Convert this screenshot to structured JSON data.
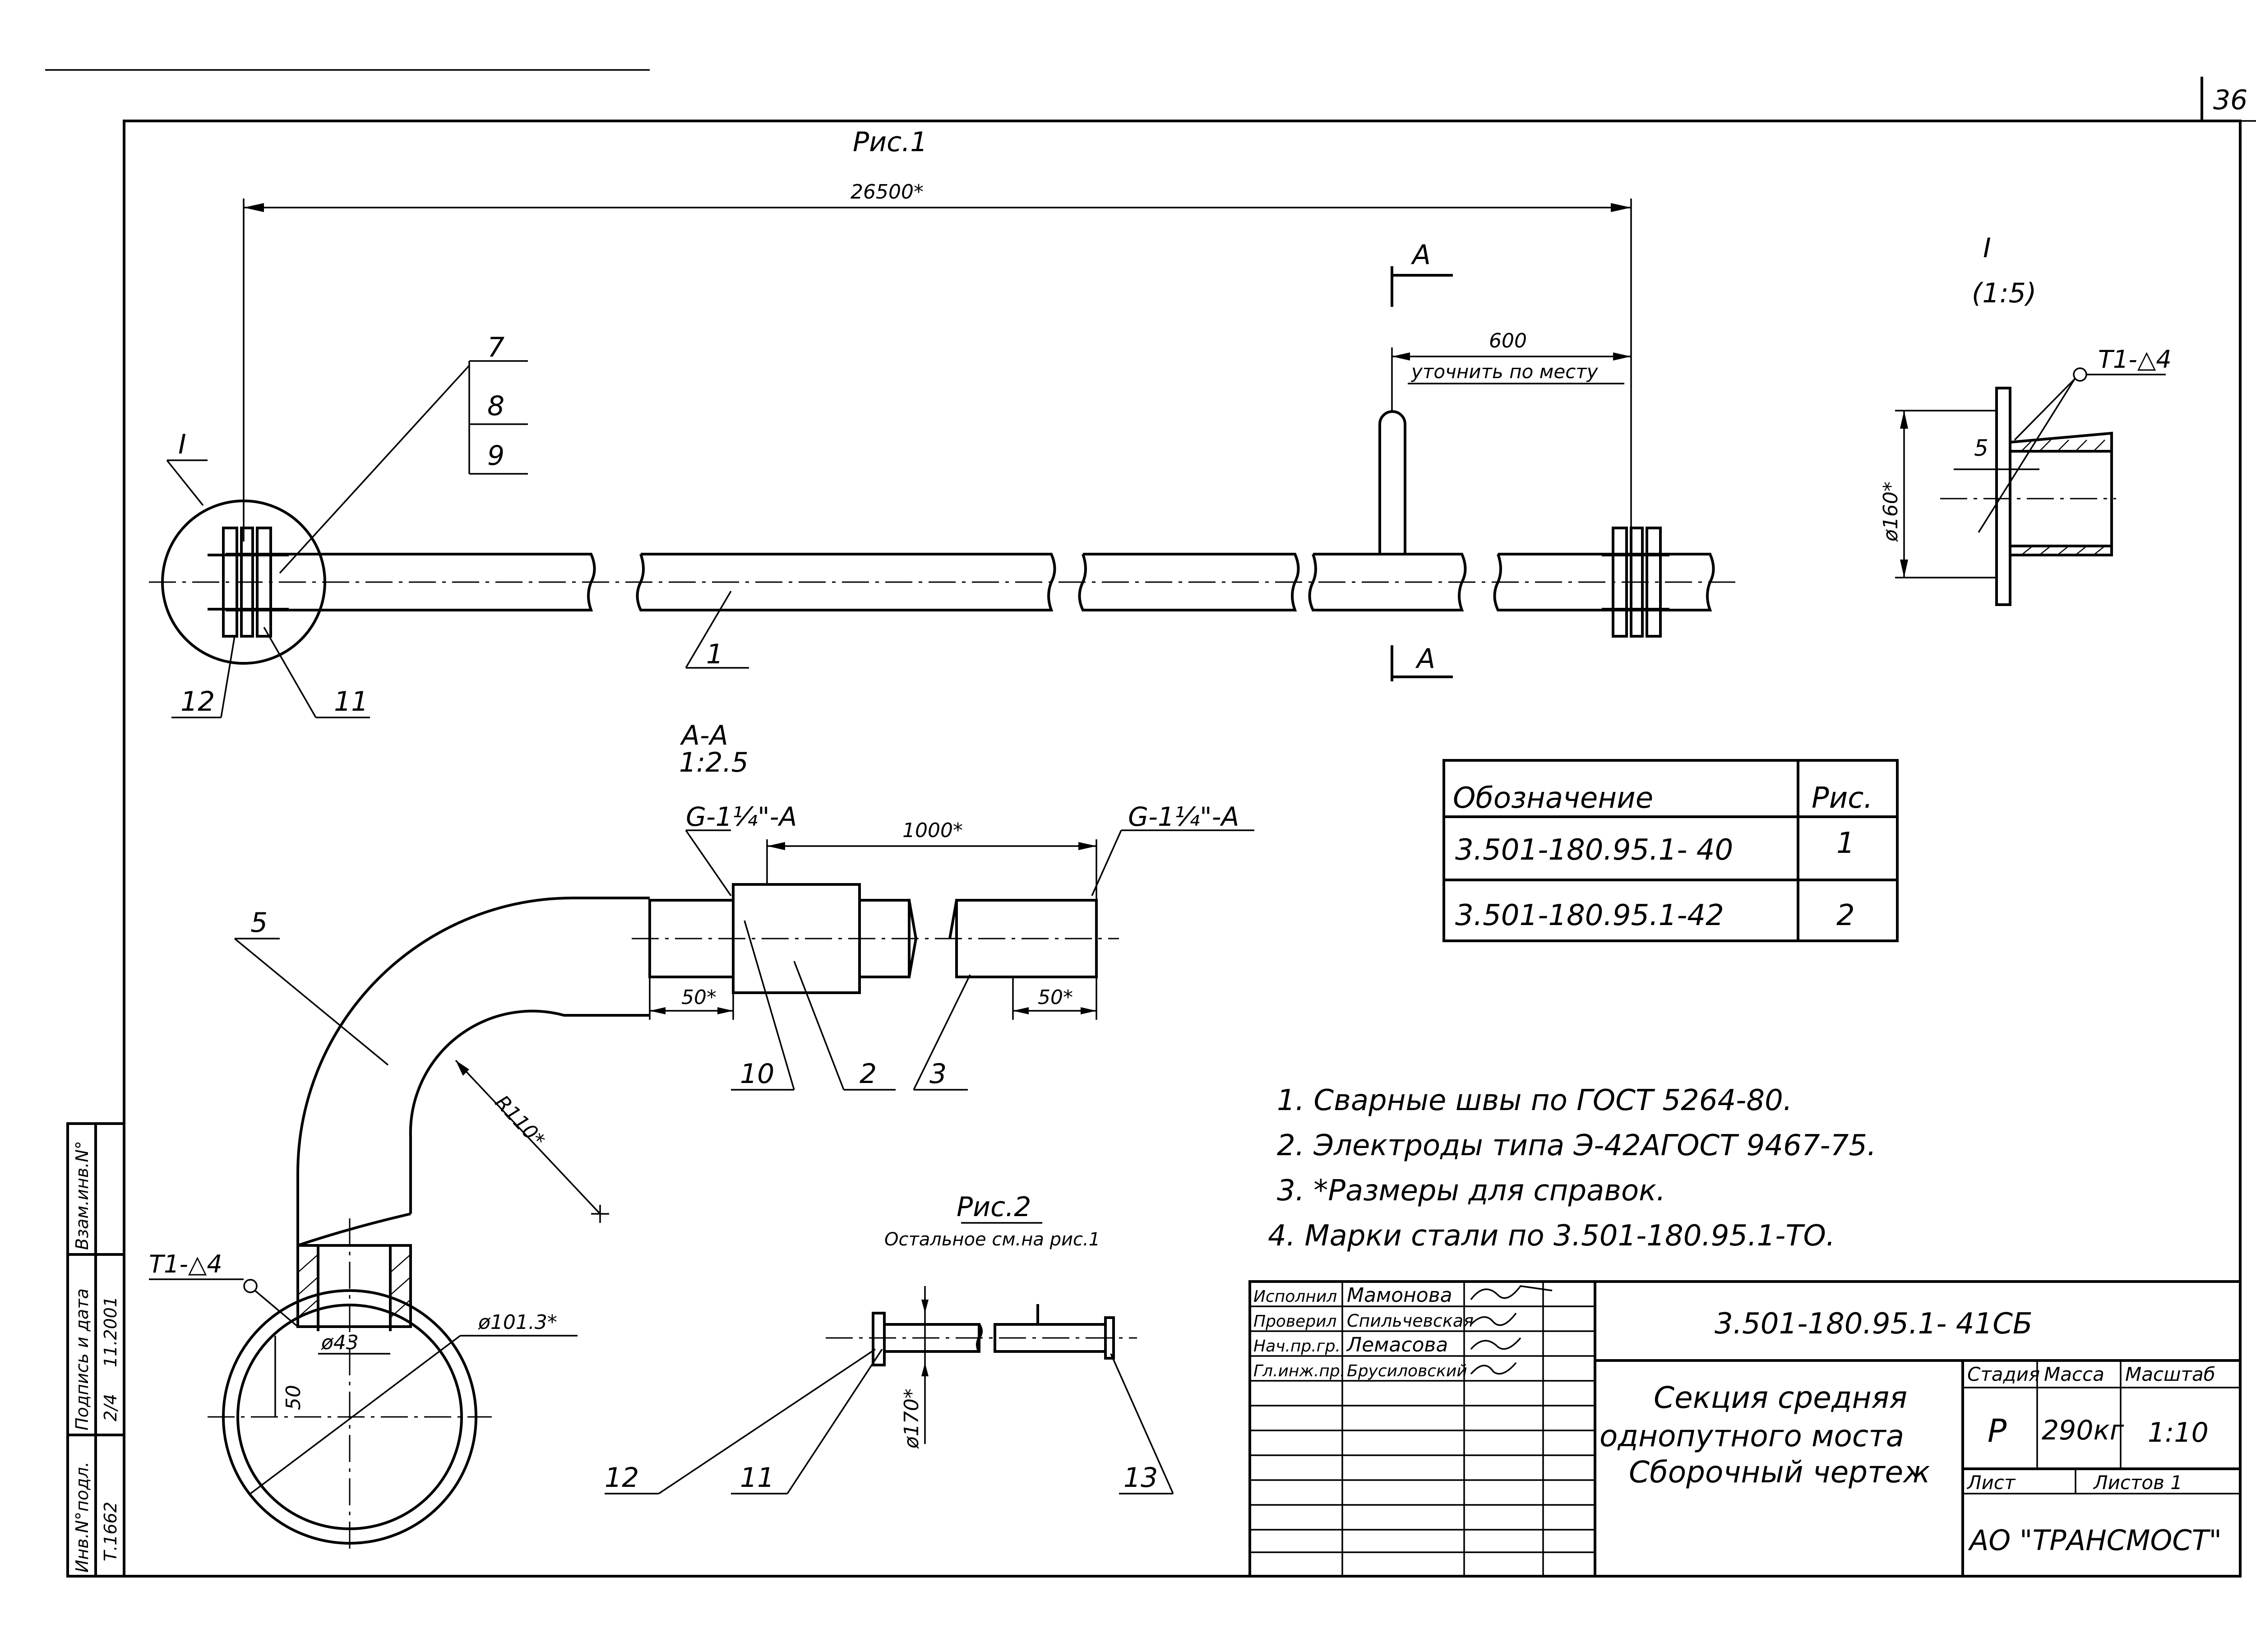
{
  "sheet_number": "36",
  "fig1": {
    "caption": "Рис.1",
    "overall_dim": "26500*",
    "section_mark": "A",
    "detail_dim_value": "600",
    "detail_dim_note": "уточнить по месту",
    "callouts": {
      "c7": "7",
      "c8": "8",
      "c9": "9",
      "c1": "1",
      "c12": "12",
      "c11": "11",
      "detail_ref": "I"
    }
  },
  "detail_I": {
    "title": "I",
    "scale": "(1:5)",
    "weld": "Т1-△4",
    "dia": "ø160*",
    "gap": "5"
  },
  "section_AA": {
    "title": "A-A",
    "scale": "1:2.5",
    "thread_left": "G-1¼\"-A",
    "thread_right": "G-1¼\"-A",
    "dim_1000": "1000*",
    "dim_50_left": "50*",
    "dim_50_right": "50*",
    "radius": "R110*",
    "weld": "Т1-△4",
    "dia_43": "ø43",
    "dim_50_v": "50",
    "dia_pipe": "ø101.3*",
    "callouts": {
      "c5": "5",
      "c10": "10",
      "c2": "2",
      "c3": "3"
    }
  },
  "fig2": {
    "caption": "Рис.2",
    "subcaption": "Остальное см.на рис.1",
    "dia": "ø170*",
    "callouts": {
      "c12": "12",
      "c11": "11",
      "c13": "13"
    }
  },
  "designation_table": {
    "headers": [
      "Обозначение",
      "Рис."
    ],
    "rows": [
      {
        "code": "3.501-180.95.1- 40",
        "fig": "1"
      },
      {
        "code": "3.501-180.95.1-42",
        "fig": "2"
      }
    ]
  },
  "notes": [
    "1.  Сварные швы по ГОСТ 5264-80.",
    "2.  Электроды типа Э-42АГОСТ 9467-75.",
    "3.  *Размеры для справок.",
    "4. Марки стали по 3.501-180.95.1-ТО."
  ],
  "title_block": {
    "people": [
      {
        "role": "Исполнил",
        "name": "Мамонова"
      },
      {
        "role": "Проверил",
        "name": "Спильчевская"
      },
      {
        "role": "Нач.пр.гр.",
        "name": "Лемасова"
      },
      {
        "role": "Гл.инж.пр.",
        "name": "Брусиловский"
      }
    ],
    "doc_code": "3.501-180.95.1- 41СБ",
    "title_lines": [
      "Секция средняя",
      "однопутного моста",
      "Сборочный чертеж"
    ],
    "headers": {
      "stage": "Стадия",
      "mass": "Масса",
      "scale": "Масштаб"
    },
    "values": {
      "stage": "Р",
      "mass": "290кг",
      "scale": "1:10"
    },
    "sheet_label": "Лист",
    "sheets_label": "Листов  1",
    "company": "АО \"ТРАНСМОСТ\""
  },
  "side_stamp": {
    "labels": [
      "Инв.N°подл.",
      "Подпись и дата",
      "Взам.инв.N°"
    ],
    "values": [
      "Т.1662",
      "2/4",
      "11.2001"
    ]
  }
}
